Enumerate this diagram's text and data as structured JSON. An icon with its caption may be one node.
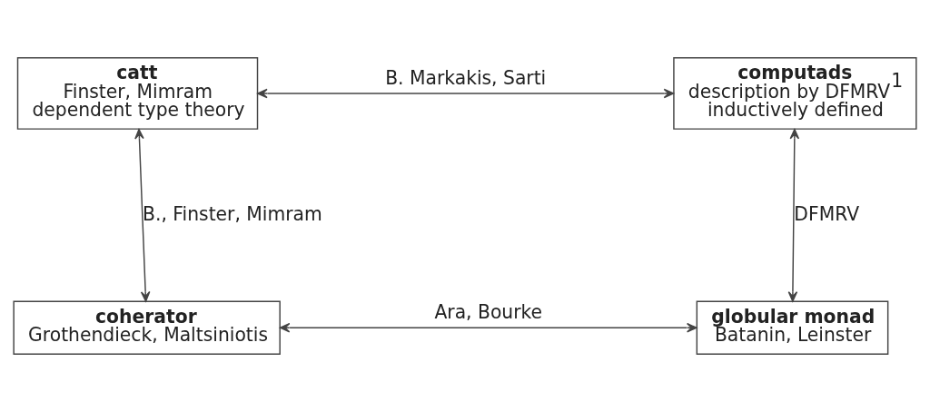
{
  "diagram": {
    "nodes": [
      {
        "text": [
          "catt",
          "Finster, Mimram",
          "dependent type theory"
        ]
      },
      {
        "text": [
          "computads",
          "description by DFMRV$^{1}$",
          "inductively defined"
        ]
      },
      {
        "text": [
          "coherator",
          "Grothendieck, Maltsiniotis"
        ]
      },
      {
        "text": [
          "globular monad",
          "Batanin, Leinster"
        ]
      }
    ],
    "edges": [
      {
        "from": 0,
        "to": 1,
        "arrow": "both",
        "label": "B. Markakis, Sarti"
      },
      {
        "from": 0,
        "to": 2,
        "arrow": "both",
        "label": "B., Finster, Mimram"
      },
      {
        "from": 1,
        "to": 3,
        "arrow": "both",
        "label": "DFMRV"
      },
      {
        "from": 2,
        "to": 3,
        "arrow": "both",
        "label": "Ara, Bourke"
      }
    ]
  }
}
